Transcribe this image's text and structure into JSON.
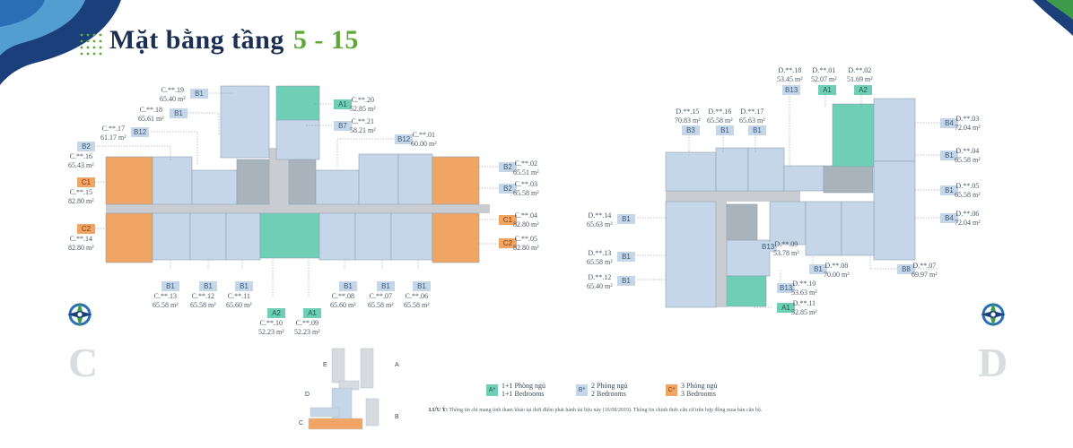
{
  "page": {
    "title": "Mặt bằng tầng",
    "floors": "5 - 15"
  },
  "colors": {
    "navy": "#1b2f52",
    "green": "#5ea83a",
    "type_a": "#6ecfb4",
    "type_b": "#c5d6e8",
    "type_c": "#f0a565"
  },
  "block_c": {
    "letter": "C",
    "units": [
      {
        "code": "C.**.19",
        "area": "65.40 m²",
        "type": "B1"
      },
      {
        "code": "C.**.18",
        "area": "65.61 m²",
        "type": "B1"
      },
      {
        "code": "C.**.17",
        "area": "61.17 m²",
        "type": "B12"
      },
      {
        "code": "C.**.16",
        "area": "65.43 m²",
        "type": "B2"
      },
      {
        "code": "C.**.15",
        "area": "82.80 m²",
        "type": "C1"
      },
      {
        "code": "C.**.14",
        "area": "82.80 m²",
        "type": "C2"
      },
      {
        "code": "C.**.13",
        "area": "65.58 m²",
        "type": "B1"
      },
      {
        "code": "C.**.12",
        "area": "65.58 m²",
        "type": "B1"
      },
      {
        "code": "C.**.11",
        "area": "65.60 m²",
        "type": "B1"
      },
      {
        "code": "C.**.10",
        "area": "52.23 m²",
        "type": "A2"
      },
      {
        "code": "C.**.09",
        "area": "52.23 m²",
        "type": "A1"
      },
      {
        "code": "C.**.08",
        "area": "65.60 m²",
        "type": "B1"
      },
      {
        "code": "C.**.07",
        "area": "65.58 m²",
        "type": "B1"
      },
      {
        "code": "C.**.06",
        "area": "65.58 m²",
        "type": "B1"
      },
      {
        "code": "C.**.05",
        "area": "82.80 m²",
        "type": "C2"
      },
      {
        "code": "C.**.04",
        "area": "82.80 m²",
        "type": "C1"
      },
      {
        "code": "C.**.03",
        "area": "65.58 m²",
        "type": "B2"
      },
      {
        "code": "C.**.02",
        "area": "65.51 m²",
        "type": "B2"
      },
      {
        "code": "C.**.01",
        "area": "60.00 m²",
        "type": "B12"
      },
      {
        "code": "C.**.21",
        "area": "58.21 m²",
        "type": "B7"
      },
      {
        "code": "C.**.20",
        "area": "52.85 m²",
        "type": "A1"
      }
    ]
  },
  "block_d": {
    "letter": "D",
    "units": [
      {
        "code": "D.**.18",
        "area": "53.45 m²",
        "type": "B13"
      },
      {
        "code": "D.**.01",
        "area": "52.07 m²",
        "type": "A1"
      },
      {
        "code": "D.**.02",
        "area": "51.69 m²",
        "type": "A2"
      },
      {
        "code": "D.**.15",
        "area": "70.83 m²",
        "type": "B3"
      },
      {
        "code": "D.**.16",
        "area": "65.58 m²",
        "type": "B1"
      },
      {
        "code": "D.**.17",
        "area": "65.63 m²",
        "type": "B1"
      },
      {
        "code": "D.**.03",
        "area": "72.04 m²",
        "type": "B4"
      },
      {
        "code": "D.**.04",
        "area": "65.58 m²",
        "type": "B1"
      },
      {
        "code": "D.**.05",
        "area": "65.58 m²",
        "type": "B1"
      },
      {
        "code": "D.**.06",
        "area": "72.04 m²",
        "type": "B4"
      },
      {
        "code": "D.**.14",
        "area": "65.63 m²",
        "type": "B1"
      },
      {
        "code": "D.**.13",
        "area": "65.58 m²",
        "type": "B1"
      },
      {
        "code": "D.**.12",
        "area": "65.40 m²",
        "type": "B1"
      },
      {
        "code": "D.**.09",
        "area": "53.78 m²",
        "type": "B13"
      },
      {
        "code": "D.**.08",
        "area": "70.00 m²",
        "type": "B1"
      },
      {
        "code": "D.**.07",
        "area": "69.97 m²",
        "type": "B8"
      },
      {
        "code": "D.**.10",
        "area": "53.63 m²",
        "type": "B13"
      },
      {
        "code": "D.**.11",
        "area": "52.85 m²",
        "type": "A1"
      }
    ]
  },
  "keymap": {
    "labels": [
      "E",
      "A",
      "D",
      "C",
      "B"
    ]
  },
  "legend": [
    {
      "swatch": "A*",
      "vi": "1+1 Phòng ngủ",
      "en": "1+1 Bedrooms"
    },
    {
      "swatch": "B*",
      "vi": "2 Phòng ngủ",
      "en": "2 Bedrooms"
    },
    {
      "swatch": "C*",
      "vi": "3 Phòng ngủ",
      "en": "3 Bedrooms"
    }
  ],
  "note": {
    "prefix": "LƯU Ý:",
    "text": "Thông tin chỉ mang tính tham khảo tại thời điểm phát hành tài liệu này (16/08/2019). Thông tin chính thức căn cứ trên hợp đồng mua bán căn hộ."
  }
}
